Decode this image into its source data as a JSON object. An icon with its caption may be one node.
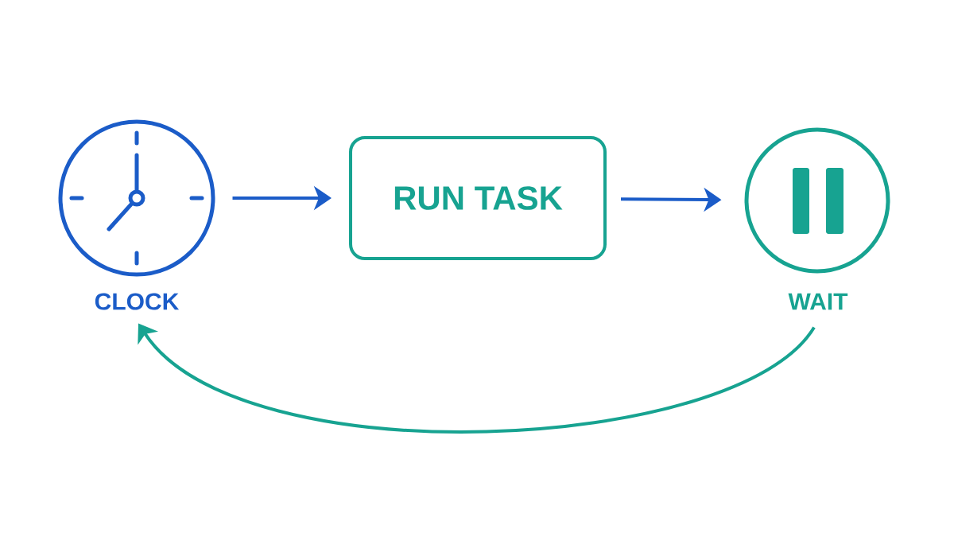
{
  "diagram": {
    "nodes": [
      {
        "text": [],
        "shape": "circle",
        "beside": [
          "CLOCK"
        ]
      },
      {
        "text": [
          "RUN TASK"
        ]
      },
      {
        "text": [],
        "shape": "circle",
        "beside": [
          "WAIT"
        ]
      }
    ],
    "edges": [
      {
        "from": 0,
        "to": 1,
        "arrow": "to"
      },
      {
        "from": 1,
        "to": 2,
        "arrow": "to"
      },
      {
        "from": 2,
        "to": 0,
        "arrow": "to",
        "color": "#17a391"
      }
    ]
  }
}
